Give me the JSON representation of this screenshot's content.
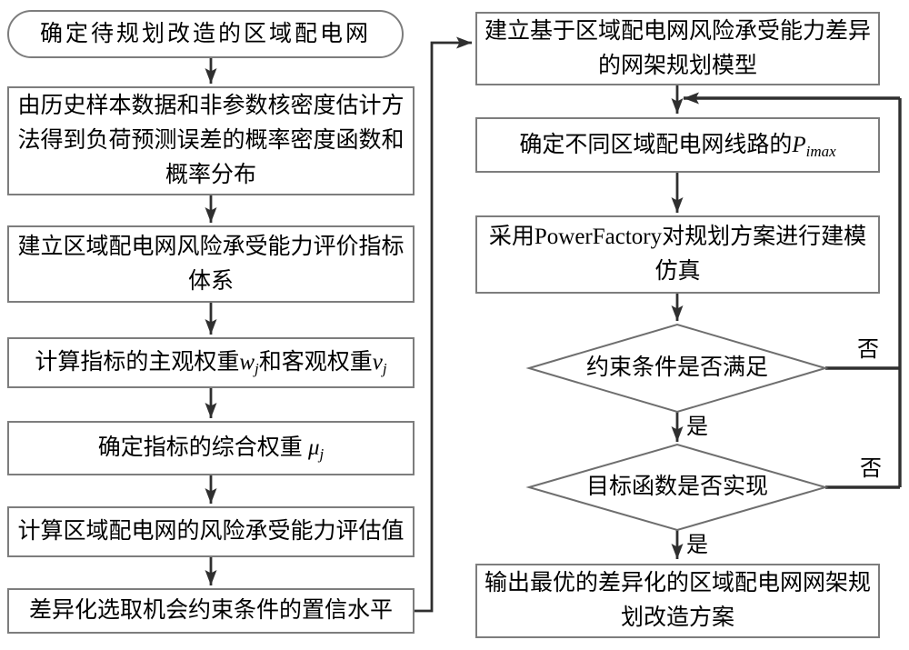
{
  "diagram_type": "flowchart",
  "language": "zh-CN",
  "nodes": {
    "start": "确定待规划改造的区域配电网",
    "kde": "由历史样本数据和非参数核密度估计方法得到负荷预测误差的概率密度函数和概率分布",
    "index_system": "建立区域配电网风险承受能力评价指标体系",
    "weights": {
      "pre": "计算指标的主观权重",
      "w": "w",
      "w_sub": "j",
      "mid": "和客观权重",
      "v": "v",
      "v_sub": "j"
    },
    "combined_weight": {
      "pre": "确定指标的综合权重 ",
      "mu": "μ",
      "mu_sub": "j"
    },
    "risk_eval": "计算区域配电网的风险承受能力评估值",
    "confidence": "差异化选取机会约束条件的置信水平",
    "model": "建立基于区域配电网风险承受能力差异的网架规划模型",
    "pimax": {
      "pre": "确定不同区域配电网线路的",
      "p": "P",
      "p_sub": "imax"
    },
    "simulate": "采用PowerFactory对规划方案进行建模仿真",
    "constraint_check": "约束条件是否满足",
    "objective_check": "目标函数是否实现",
    "output": "输出最优的差异化的区域配电网网架规划改造方案"
  },
  "labels": {
    "yes1": "是",
    "no1": "否",
    "yes2": "是",
    "no2": "否"
  },
  "colors": {
    "box_border": "#7d7d7d",
    "diamond_border": "#6e6e6e",
    "arrow_line": "#2f2f2f",
    "text": "#000000",
    "background": "#ffffff"
  }
}
